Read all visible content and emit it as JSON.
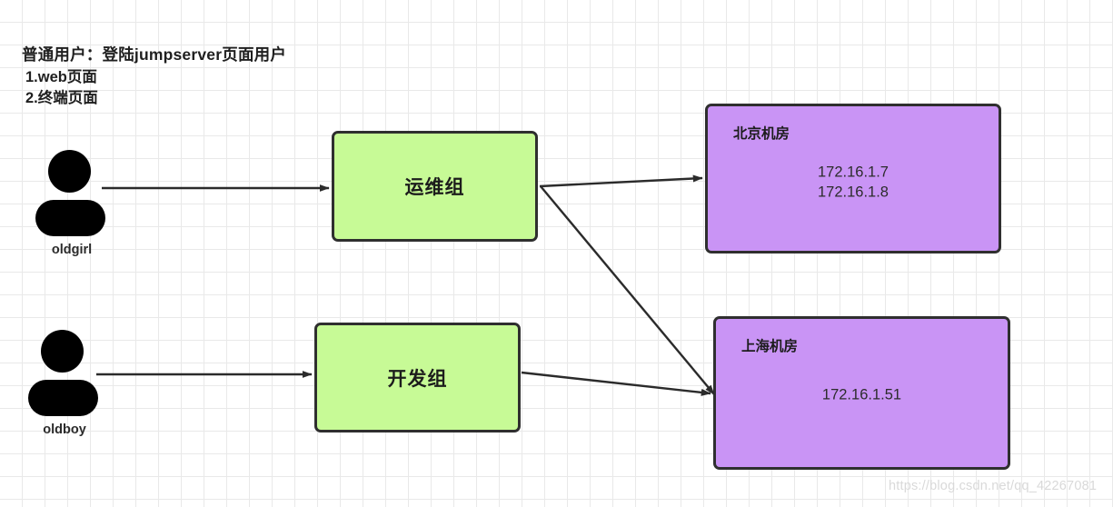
{
  "diagram": {
    "note": {
      "title": "普通用户：登陆jumpserver页面用户",
      "lines": [
        "1.web页面",
        "2.终端页面"
      ]
    },
    "actors": [
      {
        "id": "oldgirl",
        "label": "oldgirl",
        "icon": "person-icon"
      },
      {
        "id": "oldboy",
        "label": "oldboy",
        "icon": "person-icon"
      }
    ],
    "groups": [
      {
        "id": "ops",
        "label": "运维组",
        "color": "#c7fa96"
      },
      {
        "id": "dev",
        "label": "开发组",
        "color": "#c7fa96"
      }
    ],
    "datacenters": [
      {
        "id": "beijing",
        "label": "北京机房",
        "color": "#c994f5",
        "ips": [
          "172.16.1.7",
          "172.16.1.8"
        ]
      },
      {
        "id": "shanghai",
        "label": "上海机房",
        "color": "#c994f5",
        "ips": [
          "172.16.1.51"
        ]
      }
    ],
    "edges": [
      {
        "id": "oldgirl-to-ops",
        "from": "oldgirl",
        "to": "ops"
      },
      {
        "id": "oldboy-to-dev",
        "from": "oldboy",
        "to": "dev"
      },
      {
        "id": "ops-to-beijing",
        "from": "ops",
        "to": "beijing"
      },
      {
        "id": "ops-to-shanghai",
        "from": "ops",
        "to": "shanghai"
      },
      {
        "id": "dev-to-shanghai",
        "from": "dev",
        "to": "shanghai"
      }
    ],
    "watermark": "https://blog.csdn.net/qq_42267081",
    "colors": {
      "group_fill": "#c7fa96",
      "datacenter_fill": "#c994f5",
      "border": "#2f2f2f",
      "grid": "#e9e9e9",
      "arrow": "#2b2b2b"
    }
  }
}
